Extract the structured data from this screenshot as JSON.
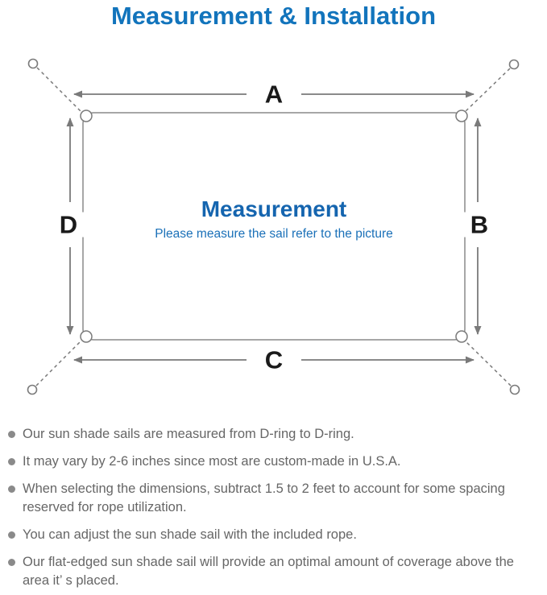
{
  "title": "Measurement & Installation",
  "diagram": {
    "labels": {
      "top": "A",
      "right": "B",
      "bottom": "C",
      "left": "D"
    },
    "center_title": "Measurement",
    "center_subtitle": "Please measure the sail refer to the picture"
  },
  "notes": [
    "Our sun shade sails are measured from D-ring to D-ring.",
    "It may vary by 2-6 inches since most are custom-made in U.S.A.",
    "When selecting the dimensions, subtract 1.5 to 2 feet to account for some spacing reserved for rope utilization.",
    "You can adjust the sun shade sail with the included rope.",
    "Our flat-edged sun shade sail will provide an optimal amount of coverage above the area it’ s placed."
  ],
  "colors": {
    "accent": "#1274bc",
    "center_title": "#1565af",
    "line": "#7a7a7a",
    "note_text": "#666666",
    "dim_label": "#1a1a1a"
  }
}
